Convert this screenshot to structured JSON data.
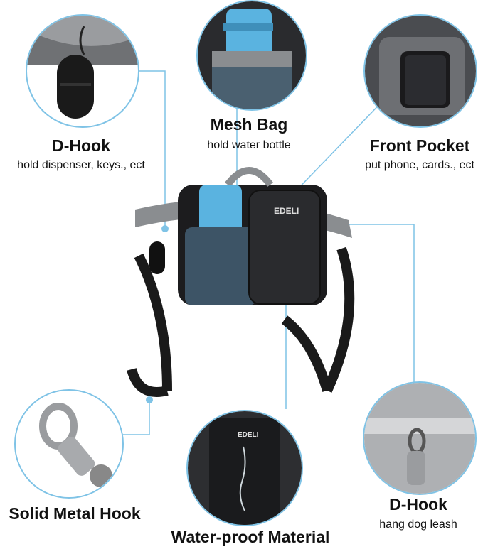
{
  "features": {
    "mesh_bag": {
      "title": "Mesh Bag",
      "subtitle": "hold water bottle"
    },
    "dhook_top": {
      "title": "D-Hook",
      "subtitle": "hold dispenser, keys., ect"
    },
    "front_pocket": {
      "title": "Front Pocket",
      "subtitle": "put phone, cards., ect"
    },
    "metal_hook": {
      "title": "Solid Metal Hook"
    },
    "waterproof": {
      "title": "Water-proof Material"
    },
    "dhook_bottom": {
      "title": "D-Hook",
      "subtitle": "hang dog leash"
    }
  },
  "brand": {
    "logo_text": "EDELI"
  },
  "colors": {
    "accent": "#7fc3e6",
    "bag": "#1c1c1e",
    "trim": "#8a8d90",
    "bottle": "#5ab3e0"
  }
}
